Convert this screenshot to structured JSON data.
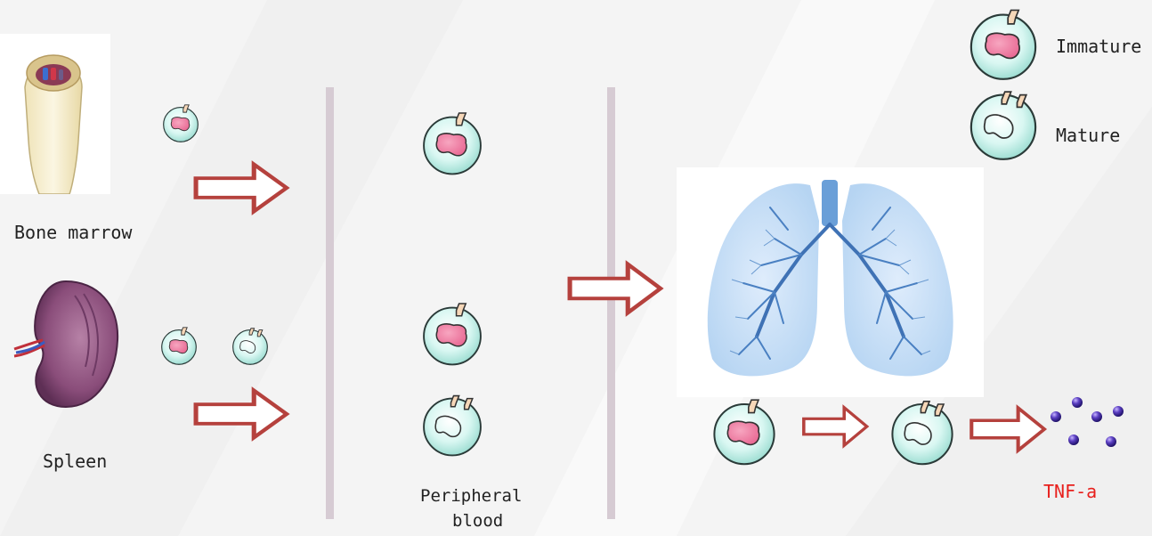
{
  "legend": {
    "immature_label": "Immature",
    "mature_label": "Mature"
  },
  "sources": {
    "bone_marrow_label": "Bone marrow",
    "spleen_label": "Spleen"
  },
  "middle": {
    "peripheral_blood_label_line1": "Peripheral",
    "peripheral_blood_label_line2": "blood"
  },
  "lung": {
    "tnf_label": "TNF-a"
  },
  "colors": {
    "arrow_stroke": "#b5413d",
    "cell_fill": "#d8f7f2",
    "nucleus_immature": "#f07ea2",
    "divider": "#d6cbd3",
    "tnf_text": "#e8201d"
  }
}
